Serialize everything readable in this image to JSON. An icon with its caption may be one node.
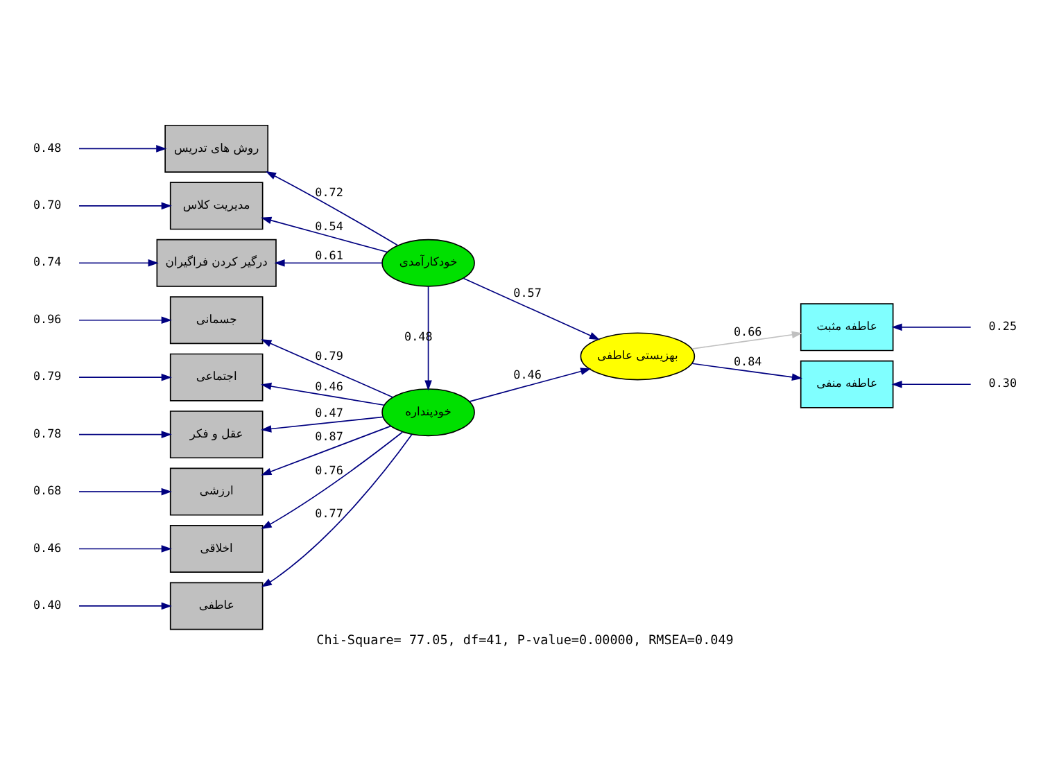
{
  "diagram": {
    "caption": "Chi-Square= 77.05, df=41, P-value=0.00000, RMSEA=0.049",
    "nodes": [
      {
        "text": [
          "درگیر کردن فراگیران"
        ]
      },
      {
        "text": [
          "روش های تدریس"
        ]
      },
      {
        "text": [
          "مدیریت کلاس"
        ]
      },
      {
        "text": [
          "جسمانی"
        ]
      },
      {
        "text": [
          "اجتماعی"
        ]
      },
      {
        "text": [
          "عقل و فکر"
        ]
      },
      {
        "text": [
          "ارزشی"
        ]
      },
      {
        "text": [
          "اخلاقی"
        ]
      },
      {
        "text": [
          "عاطفی"
        ]
      },
      {
        "text": [
          "خودکارآمدی"
        ]
      },
      {
        "text": [
          "خودپنداره"
        ]
      },
      {
        "text": [
          "بهزیستی عاطفی"
        ]
      },
      {
        "text": [
          "عاطفه مثبت"
        ]
      },
      {
        "text": [
          "عاطفه منفی"
        ]
      },
      {
        "text": [
          "0.74"
        ]
      },
      {
        "text": [
          "0.48"
        ]
      },
      {
        "text": [
          "0.70"
        ]
      },
      {
        "text": [
          "0.96"
        ]
      },
      {
        "text": [
          "0.79"
        ]
      },
      {
        "text": [
          "0.78"
        ]
      },
      {
        "text": [
          "0.68"
        ]
      },
      {
        "text": [
          "0.46"
        ]
      },
      {
        "text": [
          "0.40"
        ]
      },
      {
        "text": [
          "0.25"
        ]
      },
      {
        "text": [
          "0.30"
        ]
      }
    ],
    "edges": [
      {
        "from": 9,
        "to": 0,
        "arrow": "to",
        "label": "0.61"
      },
      {
        "from": 9,
        "to": 1,
        "arrow": "to",
        "label": "0.72"
      },
      {
        "from": 9,
        "to": 2,
        "arrow": "to",
        "label": "0.54"
      },
      {
        "from": 10,
        "to": 3,
        "arrow": "to",
        "label": "0.79"
      },
      {
        "from": 10,
        "to": 4,
        "arrow": "to",
        "label": "0.46"
      },
      {
        "from": 10,
        "to": 5,
        "arrow": "to",
        "label": "0.47"
      },
      {
        "from": 10,
        "to": 6,
        "arrow": "to",
        "label": "0.87"
      },
      {
        "from": 10,
        "to": 7,
        "arrow": "to",
        "label": "0.76"
      },
      {
        "from": 10,
        "to": 8,
        "arrow": "to",
        "label": "0.77"
      },
      {
        "from": 9,
        "to": 10,
        "arrow": "to",
        "label": "0.48"
      },
      {
        "from": 9,
        "to": 11,
        "arrow": "to",
        "label": "0.57"
      },
      {
        "from": 10,
        "to": 11,
        "arrow": "to",
        "label": "0.46"
      },
      {
        "from": 11,
        "to": 12,
        "arrow": "to",
        "label": "0.66",
        "color": "#c0c0c0"
      },
      {
        "from": 11,
        "to": 13,
        "arrow": "to",
        "label": "0.84"
      },
      {
        "from": 14,
        "to": 0,
        "arrow": "to"
      },
      {
        "from": 15,
        "to": 1,
        "arrow": "to"
      },
      {
        "from": 16,
        "to": 2,
        "arrow": "to"
      },
      {
        "from": 17,
        "to": 3,
        "arrow": "to"
      },
      {
        "from": 18,
        "to": 4,
        "arrow": "to"
      },
      {
        "from": 19,
        "to": 5,
        "arrow": "to"
      },
      {
        "from": 20,
        "to": 6,
        "arrow": "to"
      },
      {
        "from": 21,
        "to": 7,
        "arrow": "to"
      },
      {
        "from": 22,
        "to": 8,
        "arrow": "to"
      },
      {
        "from": 23,
        "to": 12,
        "arrow": "to"
      },
      {
        "from": 24,
        "to": 13,
        "arrow": "to"
      }
    ]
  }
}
